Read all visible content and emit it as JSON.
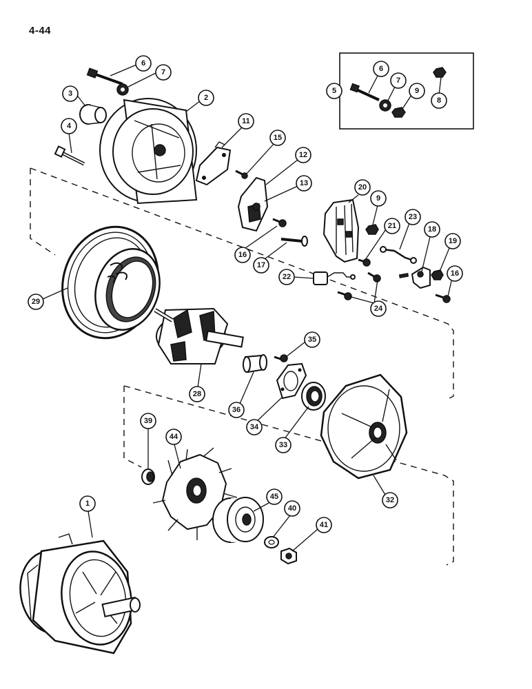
{
  "page_number": "4-44",
  "callouts": [
    {
      "id": "c1",
      "label": "1"
    },
    {
      "id": "c2",
      "label": "2"
    },
    {
      "id": "c3",
      "label": "3"
    },
    {
      "id": "c4",
      "label": "4"
    },
    {
      "id": "c5",
      "label": "5"
    },
    {
      "id": "c6a",
      "label": "6"
    },
    {
      "id": "c6b",
      "label": "6"
    },
    {
      "id": "c7a",
      "label": "7"
    },
    {
      "id": "c7b",
      "label": "7"
    },
    {
      "id": "c8",
      "label": "8"
    },
    {
      "id": "c9a",
      "label": "9"
    },
    {
      "id": "c9b",
      "label": "9"
    },
    {
      "id": "c11",
      "label": "11"
    },
    {
      "id": "c12",
      "label": "12"
    },
    {
      "id": "c13",
      "label": "13"
    },
    {
      "id": "c15",
      "label": "15"
    },
    {
      "id": "c16a",
      "label": "16"
    },
    {
      "id": "c16b",
      "label": "16"
    },
    {
      "id": "c17",
      "label": "17"
    },
    {
      "id": "c18",
      "label": "18"
    },
    {
      "id": "c19",
      "label": "19"
    },
    {
      "id": "c20",
      "label": "20"
    },
    {
      "id": "c21",
      "label": "21"
    },
    {
      "id": "c22",
      "label": "22"
    },
    {
      "id": "c23",
      "label": "23"
    },
    {
      "id": "c24",
      "label": "24"
    },
    {
      "id": "c28",
      "label": "28"
    },
    {
      "id": "c29",
      "label": "29"
    },
    {
      "id": "c32",
      "label": "32"
    },
    {
      "id": "c33",
      "label": "33"
    },
    {
      "id": "c34",
      "label": "34"
    },
    {
      "id": "c35",
      "label": "35"
    },
    {
      "id": "c36",
      "label": "36"
    },
    {
      "id": "c39",
      "label": "39"
    },
    {
      "id": "c40",
      "label": "40"
    },
    {
      "id": "c41",
      "label": "41"
    },
    {
      "id": "c44",
      "label": "44"
    },
    {
      "id": "c45",
      "label": "45"
    }
  ]
}
